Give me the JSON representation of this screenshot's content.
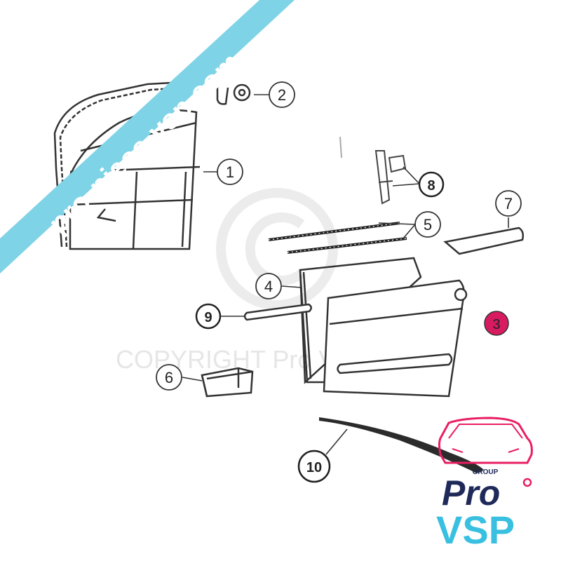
{
  "banner": {
    "text": "pro-piece-vsp.com",
    "color": "#7fd3e6"
  },
  "watermark": {
    "text": "COPYRIGHT Pro VSP"
  },
  "callouts": {
    "c1": "1",
    "c2": "2",
    "c3": "3",
    "c4": "4",
    "c5": "5",
    "c6": "6",
    "c7": "7",
    "c8": "8",
    "c9": "9",
    "c10": "10"
  },
  "highlight_color": "#d81b60",
  "logo": {
    "group": "GROUP",
    "pro": "Pro",
    "vsp": "VSP",
    "pink": "#e91e63",
    "navy": "#1f2a5a",
    "cyan": "#39c0e0"
  }
}
